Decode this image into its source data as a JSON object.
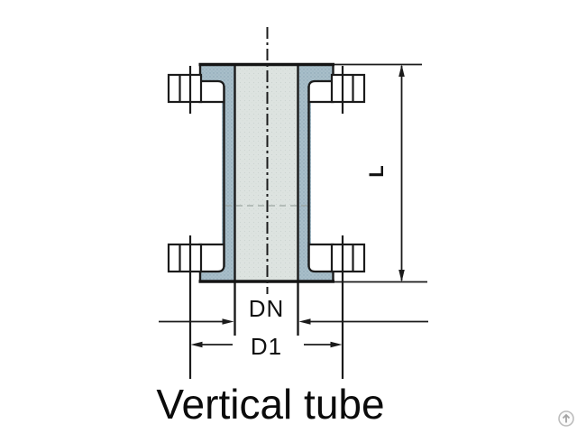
{
  "figure": {
    "caption": "Vertical tube",
    "labels": {
      "bore_diameter": "DN",
      "bolt_circle_diameter": "D1",
      "length": "L"
    }
  },
  "icons": {
    "scroll_top": "up-arrow-circle"
  },
  "colors": {
    "section_fill": "#a8bec9",
    "bore_fill": "#dde3e0",
    "line": "#1b1b1b",
    "background": "#ffffff"
  }
}
